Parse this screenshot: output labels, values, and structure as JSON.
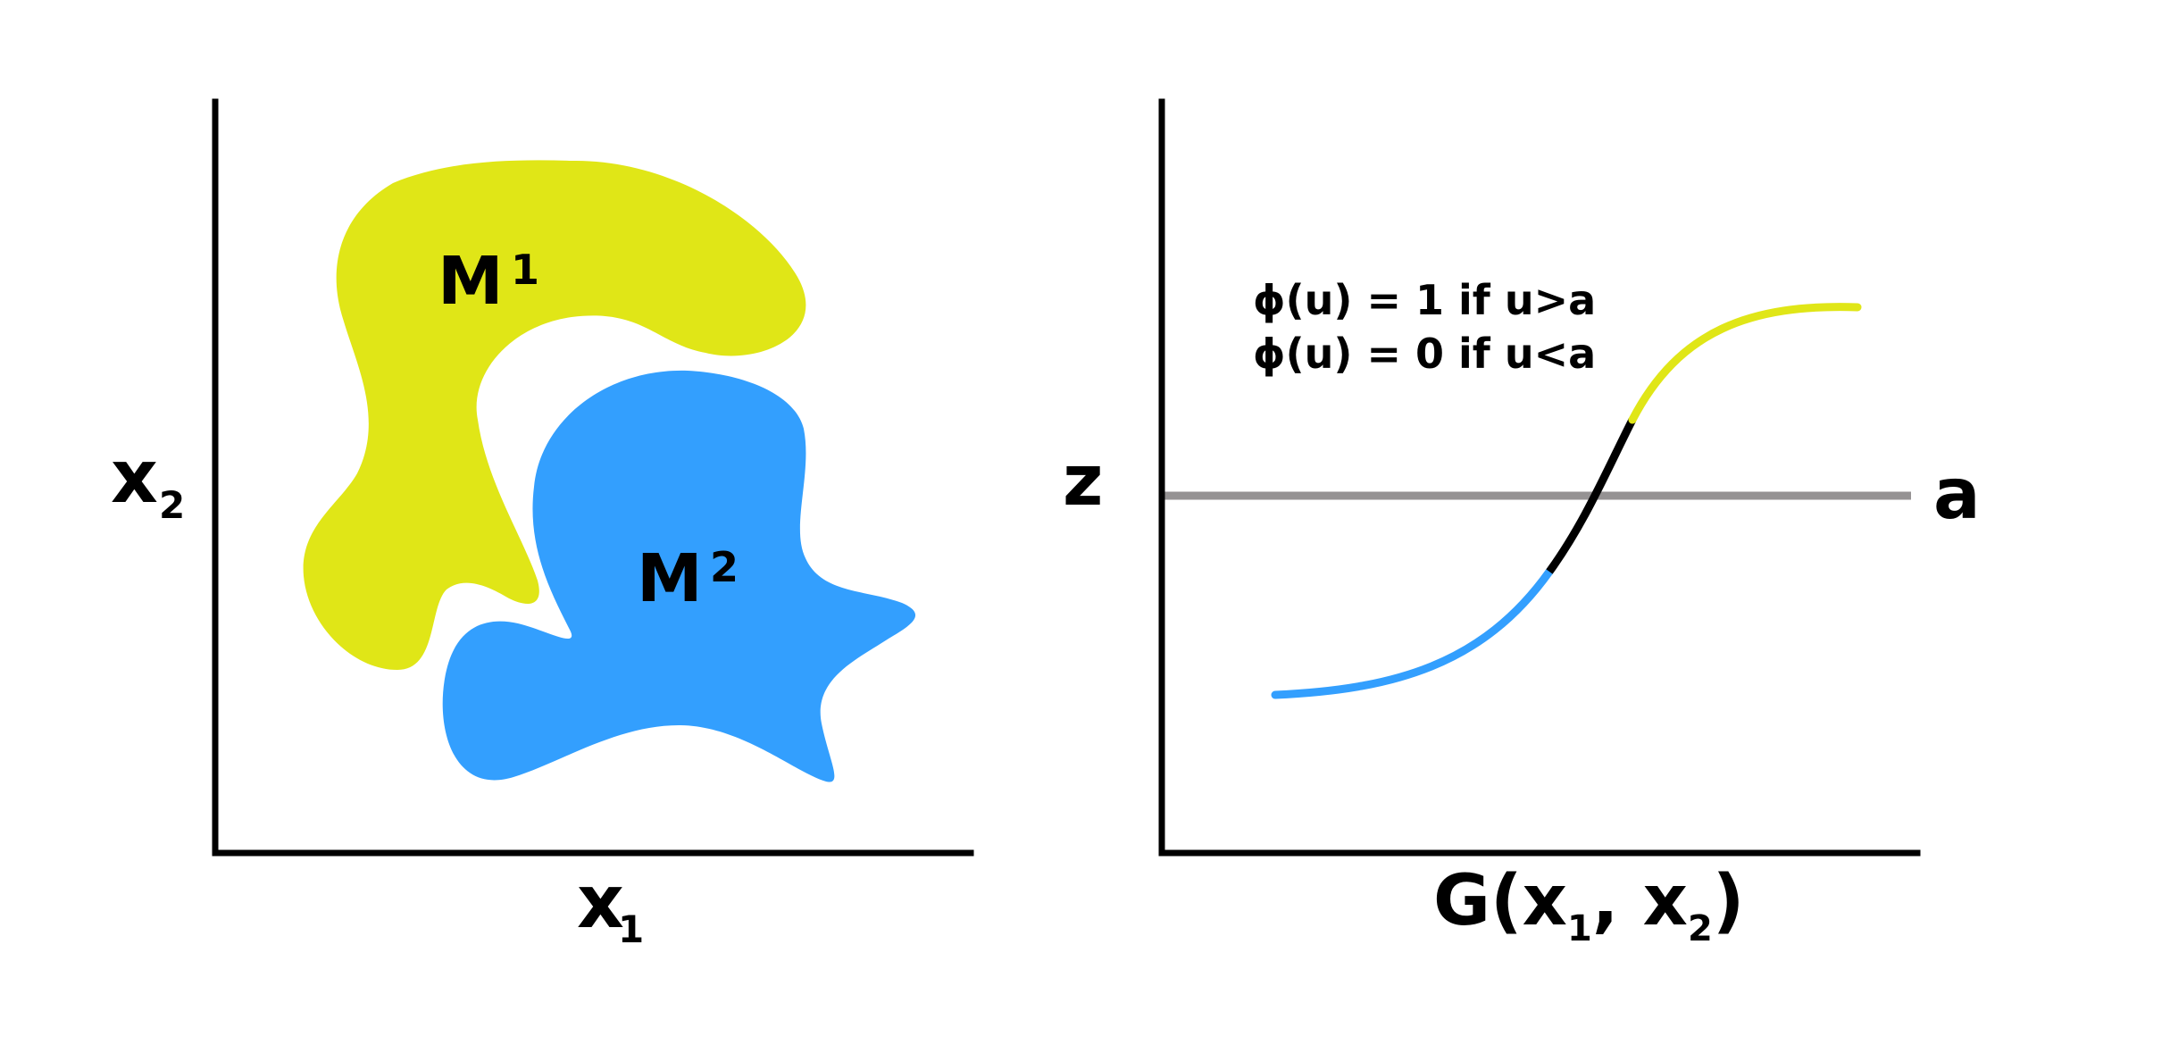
{
  "colors": {
    "m1_region": "#e0e617",
    "m2_region": "#339ffe",
    "threshold_line": "#959293",
    "axis": "#000000",
    "curve_low": "#339ffe",
    "curve_mid": "#000000",
    "curve_high": "#e0e617"
  },
  "left_panel": {
    "x_axis_label": "x",
    "x_axis_subscript": "1",
    "y_axis_label": "x",
    "y_axis_subscript": "2",
    "region_1_label": "M",
    "region_1_superscript": "1",
    "region_2_label": "M",
    "region_2_superscript": "2"
  },
  "right_panel": {
    "y_axis_label": "z",
    "x_axis_label_prefix": "G(",
    "x_axis_var1": "x",
    "x_axis_sub1": "1",
    "x_axis_sep": ", ",
    "x_axis_var2": "x",
    "x_axis_sub2": "2",
    "x_axis_label_suffix": ")",
    "threshold_label": "a",
    "rule_line_1": "ϕ(u) = 1 if u>a",
    "rule_line_2": "ϕ(u) = 0 if u<a"
  }
}
